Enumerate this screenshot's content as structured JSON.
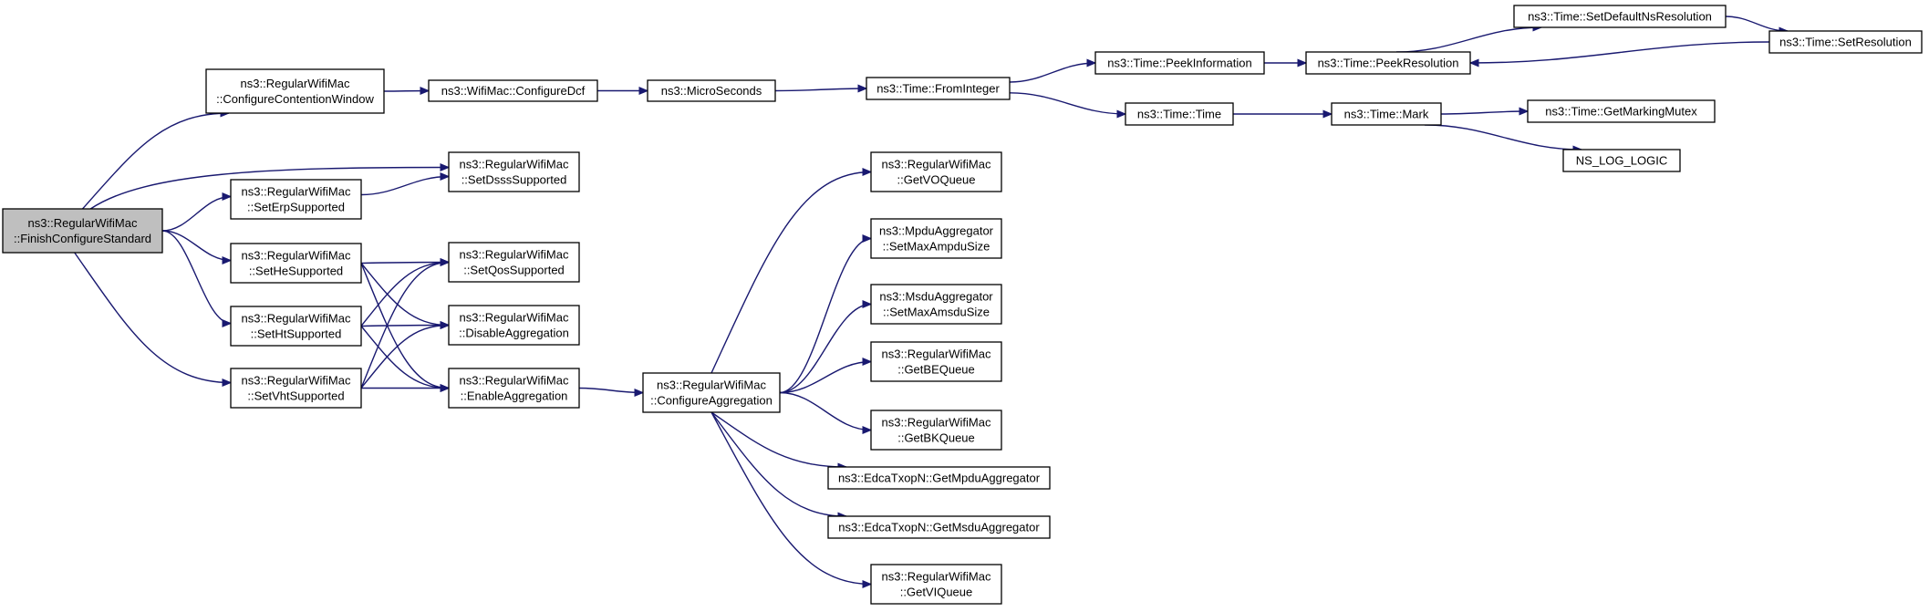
{
  "colors": {
    "edge": "#191970",
    "root_fill": "#bfbfbf",
    "node_fill": "#ffffff",
    "border": "#000000"
  },
  "nodes": {
    "finish": {
      "lines": [
        "ns3::RegularWifiMac",
        "::FinishConfigureStandard"
      ],
      "root": true
    },
    "ccw": {
      "lines": [
        "ns3::RegularWifiMac",
        "::ConfigureContentionWindow"
      ]
    },
    "dsss": {
      "lines": [
        "ns3::RegularWifiMac",
        "::SetDsssSupported"
      ]
    },
    "erp": {
      "lines": [
        "ns3::RegularWifiMac",
        "::SetErpSupported"
      ]
    },
    "he": {
      "lines": [
        "ns3::RegularWifiMac",
        "::SetHeSupported"
      ]
    },
    "ht": {
      "lines": [
        "ns3::RegularWifiMac",
        "::SetHtSupported"
      ]
    },
    "vht": {
      "lines": [
        "ns3::RegularWifiMac",
        "::SetVhtSupported"
      ]
    },
    "qos": {
      "lines": [
        "ns3::RegularWifiMac",
        "::SetQosSupported"
      ]
    },
    "disagg": {
      "lines": [
        "ns3::RegularWifiMac",
        "::DisableAggregation"
      ]
    },
    "enagg": {
      "lines": [
        "ns3::RegularWifiMac",
        "::EnableAggregation"
      ]
    },
    "dcf": {
      "lines": [
        "ns3::WifiMac::ConfigureDcf"
      ]
    },
    "micro": {
      "lines": [
        "ns3::MicroSeconds"
      ]
    },
    "fromint": {
      "lines": [
        "ns3::Time::FromInteger"
      ]
    },
    "peekinfo": {
      "lines": [
        "ns3::Time::PeekInformation"
      ]
    },
    "peekres": {
      "lines": [
        "ns3::Time::PeekResolution"
      ]
    },
    "setdef": {
      "lines": [
        "ns3::Time::SetDefaultNsResolution"
      ]
    },
    "setres": {
      "lines": [
        "ns3::Time::SetResolution"
      ]
    },
    "time": {
      "lines": [
        "ns3::Time::Time"
      ]
    },
    "mark": {
      "lines": [
        "ns3::Time::Mark"
      ]
    },
    "mutex": {
      "lines": [
        "ns3::Time::GetMarkingMutex"
      ]
    },
    "nslog": {
      "lines": [
        "NS_LOG_LOGIC"
      ]
    },
    "cfgagg": {
      "lines": [
        "ns3::RegularWifiMac",
        "::ConfigureAggregation"
      ]
    },
    "vo": {
      "lines": [
        "ns3::RegularWifiMac",
        "::GetVOQueue"
      ]
    },
    "ampdu": {
      "lines": [
        "ns3::MpduAggregator",
        "::SetMaxAmpduSize"
      ]
    },
    "amsdu": {
      "lines": [
        "ns3::MsduAggregator",
        "::SetMaxAmsduSize"
      ]
    },
    "be": {
      "lines": [
        "ns3::RegularWifiMac",
        "::GetBEQueue"
      ]
    },
    "bk": {
      "lines": [
        "ns3::RegularWifiMac",
        "::GetBKQueue"
      ]
    },
    "getmpdu": {
      "lines": [
        "ns3::EdcaTxopN::GetMpduAggregator"
      ]
    },
    "getmsdu": {
      "lines": [
        "ns3::EdcaTxopN::GetMsduAggregator"
      ]
    },
    "vi": {
      "lines": [
        "ns3::RegularWifiMac",
        "::GetVIQueue"
      ]
    }
  },
  "edges": [
    [
      "finish",
      "ccw"
    ],
    [
      "finish",
      "dsss"
    ],
    [
      "finish",
      "erp"
    ],
    [
      "finish",
      "he"
    ],
    [
      "finish",
      "ht"
    ],
    [
      "finish",
      "vht"
    ],
    [
      "ccw",
      "dcf"
    ],
    [
      "dcf",
      "micro"
    ],
    [
      "micro",
      "fromint"
    ],
    [
      "fromint",
      "peekinfo"
    ],
    [
      "fromint",
      "time"
    ],
    [
      "peekinfo",
      "peekres"
    ],
    [
      "peekres",
      "setdef"
    ],
    [
      "setdef",
      "setres"
    ],
    [
      "setres",
      "peekres"
    ],
    [
      "time",
      "mark"
    ],
    [
      "mark",
      "mutex"
    ],
    [
      "mark",
      "nslog"
    ],
    [
      "erp",
      "dsss"
    ],
    [
      "he",
      "qos"
    ],
    [
      "he",
      "disagg"
    ],
    [
      "he",
      "enagg"
    ],
    [
      "ht",
      "qos"
    ],
    [
      "ht",
      "disagg"
    ],
    [
      "ht",
      "enagg"
    ],
    [
      "vht",
      "qos"
    ],
    [
      "vht",
      "disagg"
    ],
    [
      "vht",
      "enagg"
    ],
    [
      "enagg",
      "cfgagg"
    ],
    [
      "cfgagg",
      "vo"
    ],
    [
      "cfgagg",
      "ampdu"
    ],
    [
      "cfgagg",
      "amsdu"
    ],
    [
      "cfgagg",
      "be"
    ],
    [
      "cfgagg",
      "bk"
    ],
    [
      "cfgagg",
      "getmpdu"
    ],
    [
      "cfgagg",
      "getmsdu"
    ],
    [
      "cfgagg",
      "vi"
    ]
  ]
}
